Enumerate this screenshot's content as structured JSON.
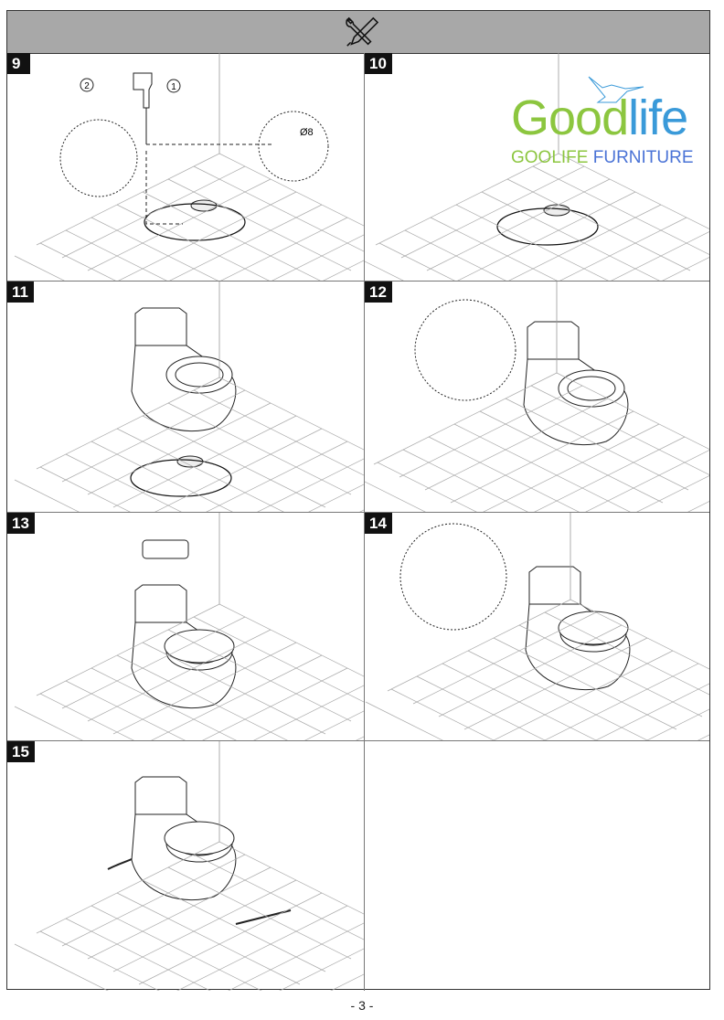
{
  "header": {
    "icon": "tools-icon"
  },
  "steps": [
    {
      "number": "9",
      "callouts": [
        "1",
        "2"
      ],
      "drill_size": "Ø8"
    },
    {
      "number": "10"
    },
    {
      "number": "11"
    },
    {
      "number": "12"
    },
    {
      "number": "13"
    },
    {
      "number": "14"
    },
    {
      "number": "15"
    }
  ],
  "watermark": {
    "brand_left": "Good",
    "brand_right": "life",
    "tagline_left": "GOOLIFE",
    "tagline_right": "FURNITURE",
    "colors": {
      "green": "#8cc63f",
      "blue": "#3a9ad9"
    }
  },
  "footer": {
    "page_number": "- 3 -"
  }
}
